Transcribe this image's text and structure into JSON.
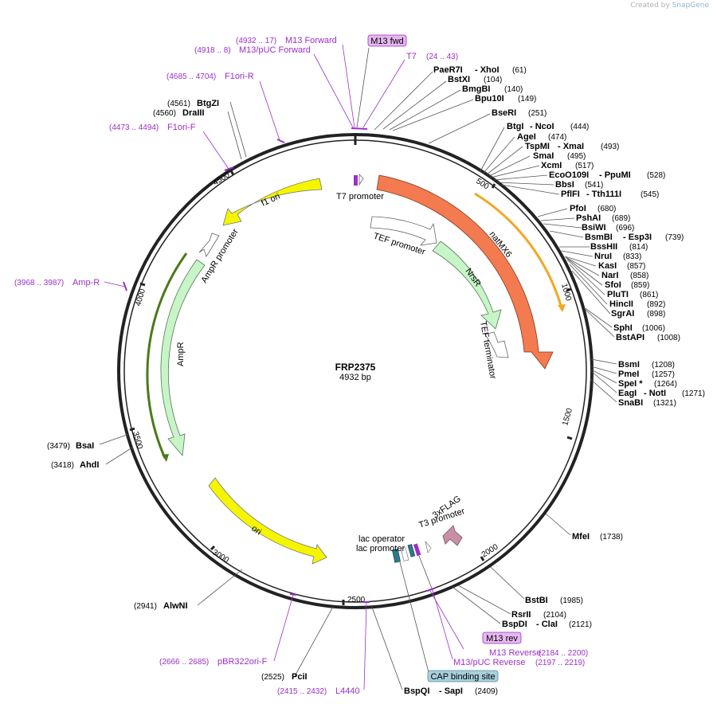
{
  "app": {
    "created_by": "Created by",
    "brand": "SnapGene"
  },
  "plasmid": {
    "name": "FRP2375",
    "length_label": "4932 bp"
  },
  "ticks": [
    "500",
    "1000",
    "1500",
    "2000",
    "2500",
    "3000",
    "3500",
    "4000",
    "4500"
  ],
  "features": {
    "f1ori": "f1 ori",
    "amppromoter": "AmpR promoter",
    "ampr": "AmpR",
    "ori": "ori",
    "t7promoter": "T7 promoter",
    "natmx6": "natMX6",
    "tefpromoter": "TEF promoter",
    "nrsr": "NrsR",
    "tefterminator": "TEF terminator",
    "lacoperator": "lac operator",
    "lacpromoter": "lac promoter",
    "t3promoter": "T3 promoter",
    "flag": "3xFLAG"
  },
  "sites": {
    "paer7i": {
      "name": "PaeR7I",
      "pos": ""
    },
    "xhoi": {
      "name": "- XhoI",
      "pos": "(61)"
    },
    "bstxi": {
      "name": "BstXI",
      "pos": "(104)"
    },
    "bmgbi": {
      "name": "BmgBI",
      "pos": "(140)"
    },
    "bpu10i": {
      "name": "Bpu10I",
      "pos": "(149)"
    },
    "bseri": {
      "name": "BseRI",
      "pos": "(251)"
    },
    "btgi": {
      "name": "BtgI",
      "pos": ""
    },
    "ncoi": {
      "name": "- NcoI",
      "pos": "(444)"
    },
    "agei": {
      "name": "AgeI",
      "pos": "(474)"
    },
    "tspmi": {
      "name": "TspMI",
      "pos": ""
    },
    "xmai": {
      "name": "- XmaI",
      "pos": "(493)"
    },
    "smai": {
      "name": "SmaI",
      "pos": "(495)"
    },
    "xcmi": {
      "name": "XcmI",
      "pos": "(517)"
    },
    "eco0109i": {
      "name": "EcoO109I",
      "pos": ""
    },
    "ppumi": {
      "name": "- PpuMI",
      "pos": "(528)"
    },
    "bbsi": {
      "name": "BbsI",
      "pos": "(541)"
    },
    "pflfi": {
      "name": "PflFI",
      "pos": ""
    },
    "tth111i": {
      "name": "- Tth111I",
      "pos": "(545)"
    },
    "pfoi": {
      "name": "PfoI",
      "pos": "(680)"
    },
    "pshai": {
      "name": "PshAI",
      "pos": "(689)"
    },
    "bsiwi": {
      "name": "BsiWI",
      "pos": "(696)"
    },
    "bsmbi": {
      "name": "BsmBI",
      "pos": ""
    },
    "esp3i": {
      "name": "- Esp3I",
      "pos": "(739)"
    },
    "bsshii": {
      "name": "BssHII",
      "pos": "(814)"
    },
    "nrui": {
      "name": "NruI",
      "pos": "(833)"
    },
    "kasi": {
      "name": "KasI",
      "pos": "(857)"
    },
    "nari": {
      "name": "NarI",
      "pos": "(858)"
    },
    "sfoi": {
      "name": "SfoI",
      "pos": "(859)"
    },
    "pluti": {
      "name": "PluTI",
      "pos": "(861)"
    },
    "hincii": {
      "name": "HincII",
      "pos": "(892)"
    },
    "sgrai": {
      "name": "SgrAI",
      "pos": "(898)"
    },
    "sphi": {
      "name": "SphI",
      "pos": "(1006)"
    },
    "bstapi": {
      "name": "BstAPI",
      "pos": "(1008)"
    },
    "bsmi": {
      "name": "BsmI",
      "pos": "(1208)"
    },
    "pmei": {
      "name": "PmeI",
      "pos": "(1257)"
    },
    "spei": {
      "name": "SpeI *",
      "pos": "(1264)"
    },
    "eagi": {
      "name": "EagI",
      "pos": ""
    },
    "noti": {
      "name": "- NotI",
      "pos": "(1271)"
    },
    "snabi": {
      "name": "SnaBI",
      "pos": "(1321)"
    },
    "mfei": {
      "name": "MfeI",
      "pos": "(1738)"
    },
    "bstbi": {
      "name": "BstBI",
      "pos": "(1985)"
    },
    "rsrii": {
      "name": "RsrII",
      "pos": "(2104)"
    },
    "bspdi": {
      "name": "BspDI",
      "pos": ""
    },
    "clai": {
      "name": "- ClaI",
      "pos": "(2121)"
    },
    "bspqi": {
      "name": "BspQI",
      "pos": ""
    },
    "sapi": {
      "name": "- SapI",
      "pos": "(2409)"
    },
    "pcii": {
      "name": "PciI",
      "pos": "(2525)"
    },
    "alwni": {
      "name": "AlwNI",
      "pos": "(2941)"
    },
    "ahdi": {
      "name": "AhdI",
      "pos": "(3418)"
    },
    "bsai": {
      "name": "BsaI",
      "pos": "(3479)"
    },
    "drai": {
      "name": "DraIII",
      "pos": "(4560)"
    },
    "btgzi": {
      "name": "BtgZI",
      "pos": "(4561)"
    }
  },
  "primers": {
    "m13forward": {
      "name": "M13 Forward",
      "pos": "(4932 .. 17)"
    },
    "m13puc": {
      "name": "M13/pUC Forward",
      "pos": "(4918 .. 8)"
    },
    "t7": {
      "name": "T7",
      "pos": "(24 .. 43)"
    },
    "f1orir": {
      "name": "F1ori-R",
      "pos": "(4685 .. 4704)"
    },
    "f1orif": {
      "name": "F1ori-F",
      "pos": "(4473 .. 4494)"
    },
    "ampr": {
      "name": "Amp-R",
      "pos": "(3968 .. 3987)"
    },
    "m13reverse": {
      "name": "M13 Reverse",
      "pos": "(2184 .. 2200)"
    },
    "m13pucrev": {
      "name": "M13/pUC Reverse",
      "pos": "(2197 .. 2219)"
    },
    "pbr322": {
      "name": "pBR322ori-F",
      "pos": "(2666 .. 2685)"
    },
    "l4440": {
      "name": "L4440",
      "pos": "(2415 .. 2432)"
    }
  },
  "boxes": {
    "m13fwd": "M13 fwd",
    "m13rev": "M13 rev",
    "cap": "CAP binding site"
  },
  "colors": {
    "backbone": "#222222",
    "natmx6": "#f47a50",
    "nrsr": "#c8f5c8",
    "ampr": "#c8f5c8",
    "ori": "#f5f500",
    "f1ori": "#f5f500",
    "primer": "#9b2fc9",
    "flag": "#c890a8",
    "lac": "#2a7a8a",
    "orange_arc": "#f5a623",
    "green_arc": "#4a7a1a",
    "box_purple": "#e6b8f0",
    "box_cyan": "#a8d0dc"
  }
}
